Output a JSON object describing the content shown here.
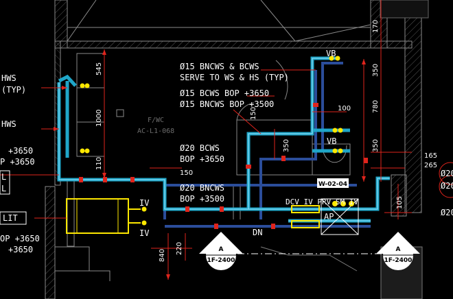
{
  "labels": {
    "note_line1": "Ø15 BNCWS & BCWS",
    "note_line2": "SERVE TO WS & HS (TYP)",
    "bcws_bop_3650": "Ø15 BCWS BOP +3650",
    "bncws_bop_3500": "Ø15 BNCWS BOP +3500",
    "bcws20": "Ø20 BCWS",
    "bop3650": "BOP +3650",
    "bncws20": "Ø20 BNCWS",
    "bop3500": "BOP +3500",
    "room_name": "F/WC",
    "room_code": "AC-L1-068",
    "vb_top": "VB",
    "vb_mid": "VB",
    "valve_row": "DCV IV PRV SM IV",
    "ap": "AP",
    "dn": "DN",
    "iv_top": "IV",
    "iv_bottom": "IV",
    "wall_tag": "W-02-04",
    "left_hws_typ": "HWS",
    "left_typ": "(TYP)",
    "left_hws": "HWS",
    "left_p3650a": "+3650",
    "left_p3650b": "P +3650",
    "left_l1": "L",
    "left_l2": "L",
    "left_lit": "LIT",
    "left_op3650": "OP +3650",
    "left_3650": "+3650",
    "right_o20a": "Ø20",
    "right_o20b": "Ø20",
    "right_o20c": "Ø20"
  },
  "dimensions": {
    "d170": "170",
    "d350a": "350",
    "d780": "780",
    "d350b": "350",
    "d100": "100",
    "d350c": "350",
    "d545": "545",
    "d1000": "1000",
    "d110": "110",
    "d150": "150",
    "d165": "165",
    "d265": "265",
    "d105": "105",
    "d840": "840",
    "d220": "220",
    "d150v": "150"
  },
  "section_marks": [
    {
      "letter": "A",
      "ref": "1F-2400"
    },
    {
      "letter": "A",
      "ref": "1F-2400"
    }
  ],
  "colors": {
    "pipe_cyan": "#1fa6c8",
    "pipe_blue": "#2b4d9a",
    "red": "#e0241c",
    "yellow": "#ffe800",
    "wall_gray": "#7a7a7a",
    "hatch": "#555555"
  }
}
